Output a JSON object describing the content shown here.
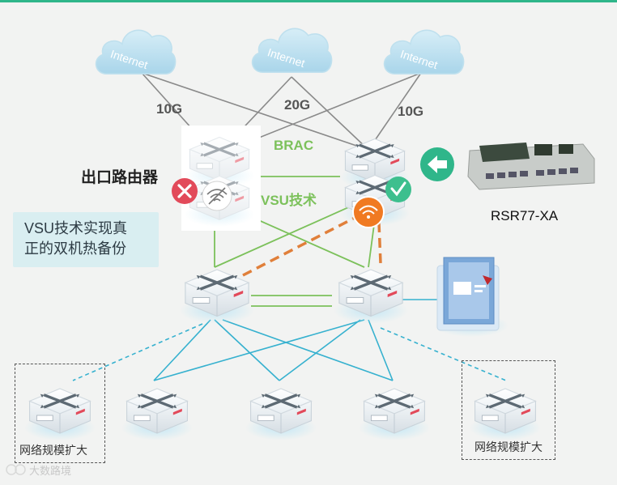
{
  "links": {
    "left": "10G",
    "middle": "20G",
    "right": "10G"
  },
  "clouds": [
    {
      "label": "Internet"
    },
    {
      "label": "Internet"
    },
    {
      "label": "Internet"
    }
  ],
  "core": {
    "brac_label": "BRAC",
    "vsu_label": "VSU技术",
    "router_label": "出口路由器"
  },
  "callout": {
    "text": "VSU技术实现真\n正的双机热备份"
  },
  "module": {
    "label": "RSR77-XA"
  },
  "edge": {
    "left_label": "网络规模扩大",
    "right_label": "网络规模扩大"
  },
  "watermark": {
    "text": "大数路境"
  },
  "colors": {
    "accent_green": "#7cc15b",
    "fail_red": "#e24a5a",
    "ok_green": "#3dbf8e",
    "wifi_orange": "#f07a22",
    "link_blue": "#36b1cf",
    "dash_orange": "#e07f3a",
    "arrow_teal": "#2fb68a"
  }
}
